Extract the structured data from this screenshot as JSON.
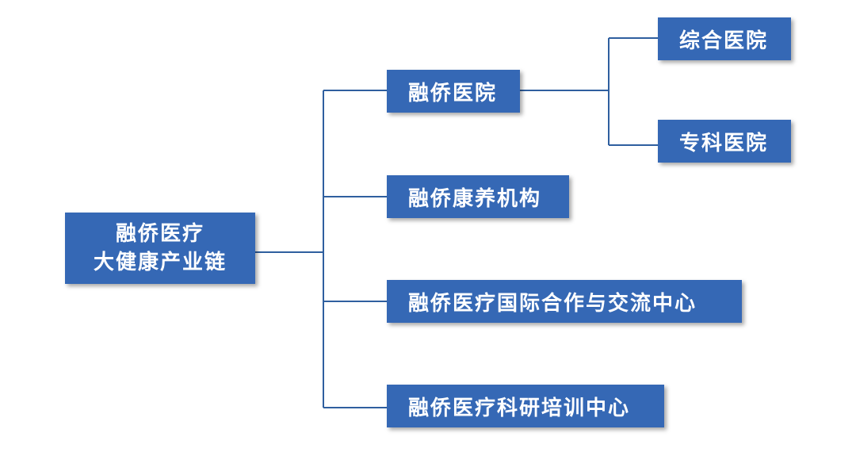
{
  "diagram": {
    "root": {
      "line1": "融侨医疗",
      "line2": "大健康产业链"
    },
    "branches": [
      {
        "label": "融侨医院"
      },
      {
        "label": "融侨康养机构"
      },
      {
        "label": "融侨医疗国际合作与交流中心"
      },
      {
        "label": "融侨医疗科研培训中心"
      }
    ],
    "sub_branches": [
      {
        "label": "综合医院"
      },
      {
        "label": "专科医院"
      }
    ],
    "colors": {
      "box_fill": "#3568b5",
      "box_text": "#ffffff",
      "connector": "#2f5f9f"
    }
  }
}
